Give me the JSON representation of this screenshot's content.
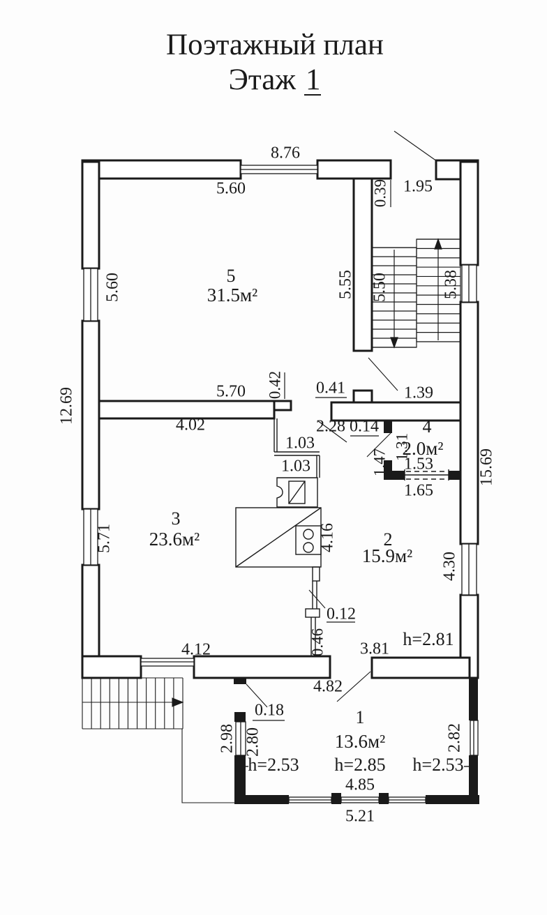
{
  "title": {
    "line1": "Поэтажный план",
    "line2_word": "Этаж",
    "line2_num": "1"
  },
  "rooms": [
    {
      "number": "1",
      "area": "13.6м²"
    },
    {
      "number": "2",
      "area": "15.9м²"
    },
    {
      "number": "3",
      "area": "23.6м²"
    },
    {
      "number": "4",
      "area": "2.0м²"
    },
    {
      "number": "5",
      "area": "31.5м²"
    }
  ],
  "heights": {
    "room1_left": "h=2.53",
    "room1_center": "h=2.85",
    "room1_right": "h=2.53",
    "room2": "h=2.81"
  },
  "dimensions": {
    "top_window": "8.76",
    "top_wall_left": "5.60",
    "top_opening": "1.95",
    "wall_offset_039": "0.39",
    "room5_right": "5.55",
    "stairs_left": "5.50",
    "stairs_right": "5.38",
    "left_window_upper": "5.60",
    "left_overall": "12.69",
    "left_window_lower": "5.71",
    "divider_wall": "5.70",
    "divider_end": "0.42",
    "step_041": "0.41",
    "hall_wall": "1.39",
    "room3_top": "4.02",
    "kitchen_228": "2.28",
    "kitchen_014": "0.14",
    "kitchen_103_upper": "1.03",
    "kitchen_103_lower": "1.03",
    "room4_131": "1.31",
    "room4_147": "1.47",
    "room4_door": "1.53",
    "room4_bottom": "1.65",
    "right_overall": "15.69",
    "kitchen_416": "4.16",
    "right_window_430": "4.30",
    "kitchen_012": "0.12",
    "kitchen_046": "0.46",
    "room2_bottom": "3.81",
    "room3_bottom": "4.12",
    "room1_top": "4.82",
    "room1_notch": "0.18",
    "room1_left_outer": "2.98",
    "room1_left_inner": "2.80",
    "room1_right_window": "2.82",
    "room1_glazing": "4.85",
    "room1_bottom": "5.21"
  }
}
